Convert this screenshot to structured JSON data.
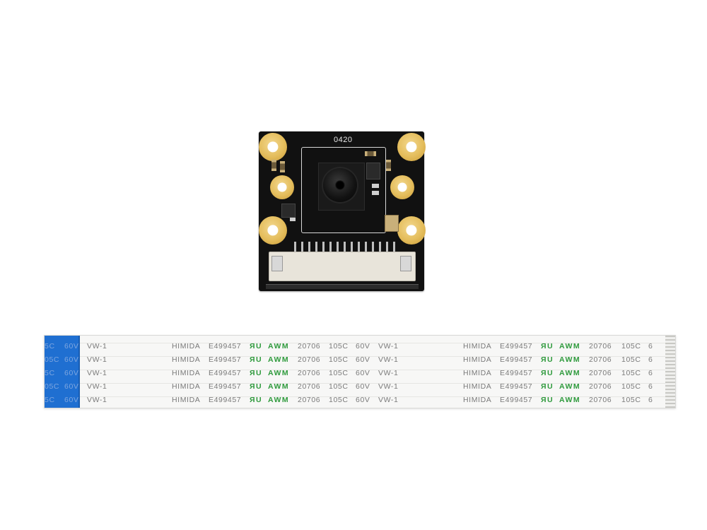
{
  "board": {
    "label": "0420"
  },
  "cable": {
    "rows": [
      {
        "left_block": [
          "5C",
          "60V",
          "VW-1"
        ],
        "block": [
          "HIMIDA",
          "E499457",
          "ЯU",
          "AWM",
          "20706",
          "105C",
          "60V",
          "VW-1"
        ],
        "right_block": [
          "HIMIDA",
          "E499457",
          "ЯU",
          "AWM",
          "20706",
          "105C",
          "6"
        ]
      },
      {
        "left_block": [
          "05C",
          "60V",
          "VW-1"
        ],
        "block": [
          "HIMIDA",
          "E499457",
          "ЯU",
          "AWM",
          "20706",
          "105C",
          "60V",
          "VW-1"
        ],
        "right_block": [
          "HIMIDA",
          "E499457",
          "ЯU",
          "AWM",
          "20706",
          "105C",
          "6"
        ]
      },
      {
        "left_block": [
          "5C",
          "60V",
          "VW-1"
        ],
        "block": [
          "HIMIDA",
          "E499457",
          "ЯU",
          "AWM",
          "20706",
          "105C",
          "60V",
          "VW-1"
        ],
        "right_block": [
          "HIMIDA",
          "E499457",
          "ЯU",
          "AWM",
          "20706",
          "105C",
          "6"
        ]
      },
      {
        "left_block": [
          "05C",
          "60V",
          "VW-1"
        ],
        "block": [
          "HIMIDA",
          "E499457",
          "ЯU",
          "AWM",
          "20706",
          "105C",
          "60V",
          "VW-1"
        ],
        "right_block": [
          "HIMIDA",
          "E499457",
          "ЯU",
          "AWM",
          "20706",
          "105C",
          "6"
        ]
      },
      {
        "left_block": [
          "5C",
          "60V",
          "VW-1"
        ],
        "block": [
          "HIMIDA",
          "E499457",
          "ЯU",
          "AWM",
          "20706",
          "105C",
          "60V",
          "VW-1"
        ],
        "right_block": [
          "HIMIDA",
          "E499457",
          "ЯU",
          "AWM",
          "20706",
          "105C",
          "6"
        ]
      }
    ]
  },
  "colors": {
    "board": "#111111",
    "pads": "#e4bd5c",
    "cable_tip": "#1f6fd1",
    "print_green": "#2e9a3c",
    "print_gray": "#7a7a7a"
  },
  "icons": [
    "ul-mark-icon",
    "camera-lens-icon"
  ]
}
